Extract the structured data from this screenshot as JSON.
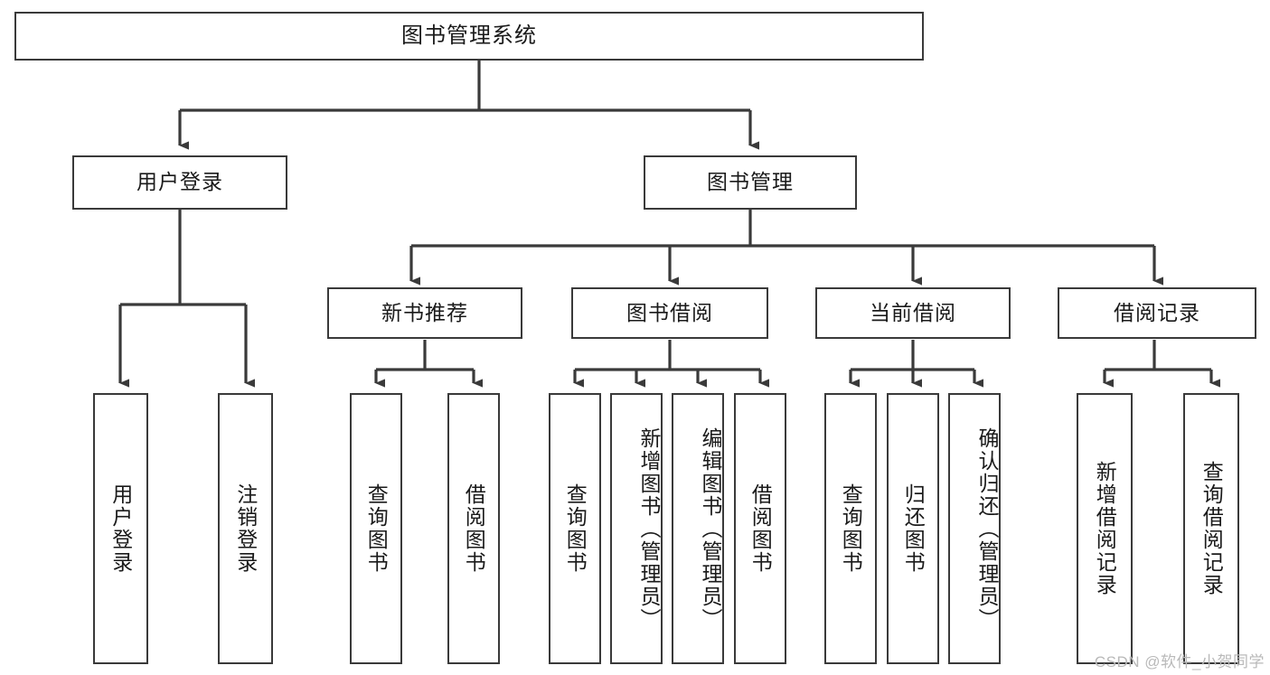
{
  "diagram": {
    "title_node": {
      "label": "图书管理系统"
    },
    "level2": [
      {
        "id": "user-login",
        "label": "用户登录"
      },
      {
        "id": "book-management",
        "label": "图书管理"
      }
    ],
    "level3": [
      {
        "id": "new-book-recommend",
        "label": "新书推荐"
      },
      {
        "id": "book-borrow",
        "label": "图书借阅"
      },
      {
        "id": "current-borrow",
        "label": "当前借阅"
      },
      {
        "id": "borrow-record",
        "label": "借阅记录"
      }
    ],
    "leaves": {
      "user_login": [
        {
          "id": "leaf-user-login",
          "label": "用户登录"
        },
        {
          "id": "leaf-logout-login",
          "label": "注销登录"
        }
      ],
      "new_book_recommend": [
        {
          "id": "leaf-query-books-1",
          "label": "查询图书"
        },
        {
          "id": "leaf-borrow-books-1",
          "label": "借阅图书"
        }
      ],
      "book_borrow": [
        {
          "id": "leaf-query-books-2",
          "label": "查询图书"
        },
        {
          "id": "leaf-add-book-admin",
          "label": "新增图书（管理员）"
        },
        {
          "id": "leaf-edit-book-admin",
          "label": "编辑图书（管理员）"
        },
        {
          "id": "leaf-borrow-books-2",
          "label": "借阅图书"
        }
      ],
      "current_borrow": [
        {
          "id": "leaf-query-books-3",
          "label": "查询图书"
        },
        {
          "id": "leaf-return-books",
          "label": "归还图书"
        },
        {
          "id": "leaf-confirm-return-admin",
          "label": "确认归还（管理员）"
        }
      ],
      "borrow_record": [
        {
          "id": "leaf-add-borrow-record",
          "label": "新增借阅记录"
        },
        {
          "id": "leaf-query-borrow-record",
          "label": "查询借阅记录"
        }
      ]
    },
    "watermark": "CSDN @软件_小贺同学",
    "colors": {
      "stroke": "#3a3a3a",
      "text": "#1a1a1a",
      "background": "#ffffff",
      "watermark": "#b9b9b9"
    }
  }
}
